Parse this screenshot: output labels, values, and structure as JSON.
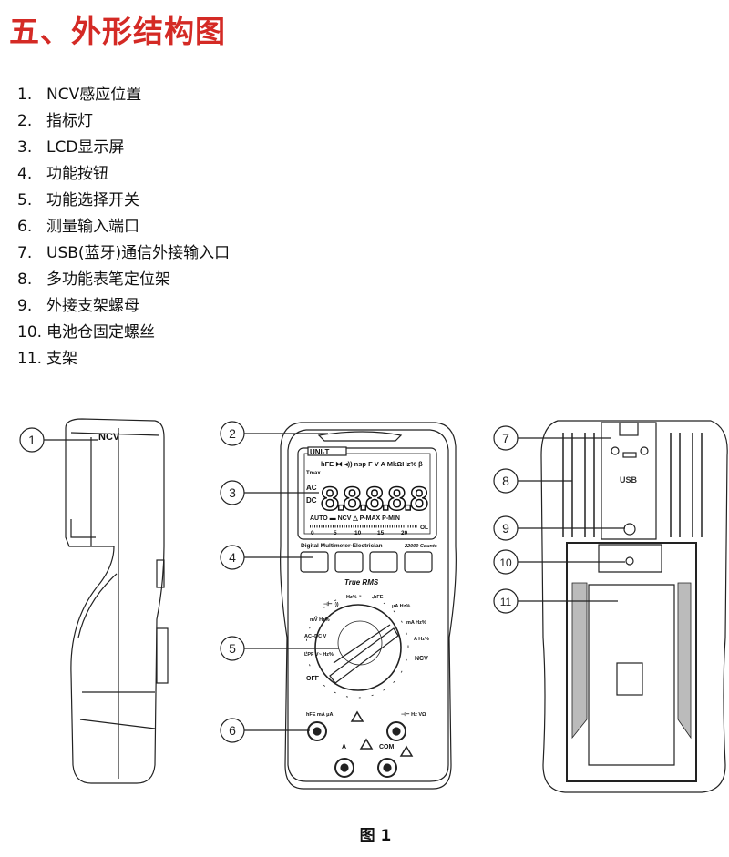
{
  "title": "五、外形结构图",
  "parts": [
    {
      "num": "1.",
      "label": "NCV感应位置"
    },
    {
      "num": "2.",
      "label": "指标灯"
    },
    {
      "num": "3.",
      "label": "LCD显示屏"
    },
    {
      "num": "4.",
      "label": "功能按钮"
    },
    {
      "num": "5.",
      "label": "功能选择开关"
    },
    {
      "num": "6.",
      "label": "测量输入端口"
    },
    {
      "num": "7.",
      "label": "USB(蓝牙)通信外接输入口"
    },
    {
      "num": "8.",
      "label": "多功能表笔定位架"
    },
    {
      "num": "9.",
      "label": "外接支架螺母"
    },
    {
      "num": "10.",
      "label": "电池仓固定螺丝"
    },
    {
      "num": "11.",
      "label": "支架"
    }
  ],
  "figure": {
    "callouts": [
      "1",
      "2",
      "3",
      "4",
      "5",
      "6",
      "7",
      "8",
      "9",
      "10",
      "11"
    ],
    "side_label": "NCV",
    "brand": "UNI-T",
    "lcd_top": "hFE ⧓ ◂)) nsp F V A MkΩHz% β",
    "lcd_digits": "8.8.8.8.8",
    "lcd_ac": "AC",
    "lcd_dc": "DC",
    "lcd_hold": "Tmax",
    "lcd_bottom": "AUTO ▬ NCV △ P-MAX P-MIN",
    "lcd_scale": [
      "0",
      "5",
      "10",
      "15",
      "20"
    ],
    "lcd_ol": "OL",
    "model_line": "Digital Multimeter-Electrician",
    "counts": "22000 Counts",
    "true_rms": "True RMS",
    "dial": [
      "OFF",
      "LPF V~ Hz%",
      "AC+DC V",
      "mV Hz%",
      "⊣⊢ ·))",
      "Hz%",
      "hFE",
      "μA Hz%",
      "mA Hz%",
      "A Hz%",
      "NCV"
    ],
    "port_left": "hFE mA μA",
    "port_right": "⊣⊢ Hz VΩ",
    "port_a": "A",
    "port_com": "COM",
    "usb": "USB",
    "caption": "图 1"
  }
}
